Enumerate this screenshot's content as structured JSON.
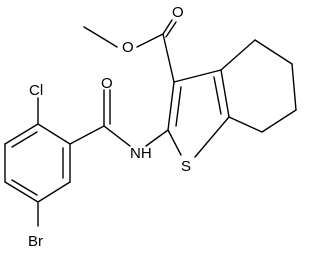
{
  "molecule": {
    "atom_labels": {
      "o_carbonyl": "O",
      "o_ester": "O",
      "cl": "Cl",
      "o_amide": "O",
      "nh": "NH",
      "s": "S",
      "br": "Br"
    }
  }
}
